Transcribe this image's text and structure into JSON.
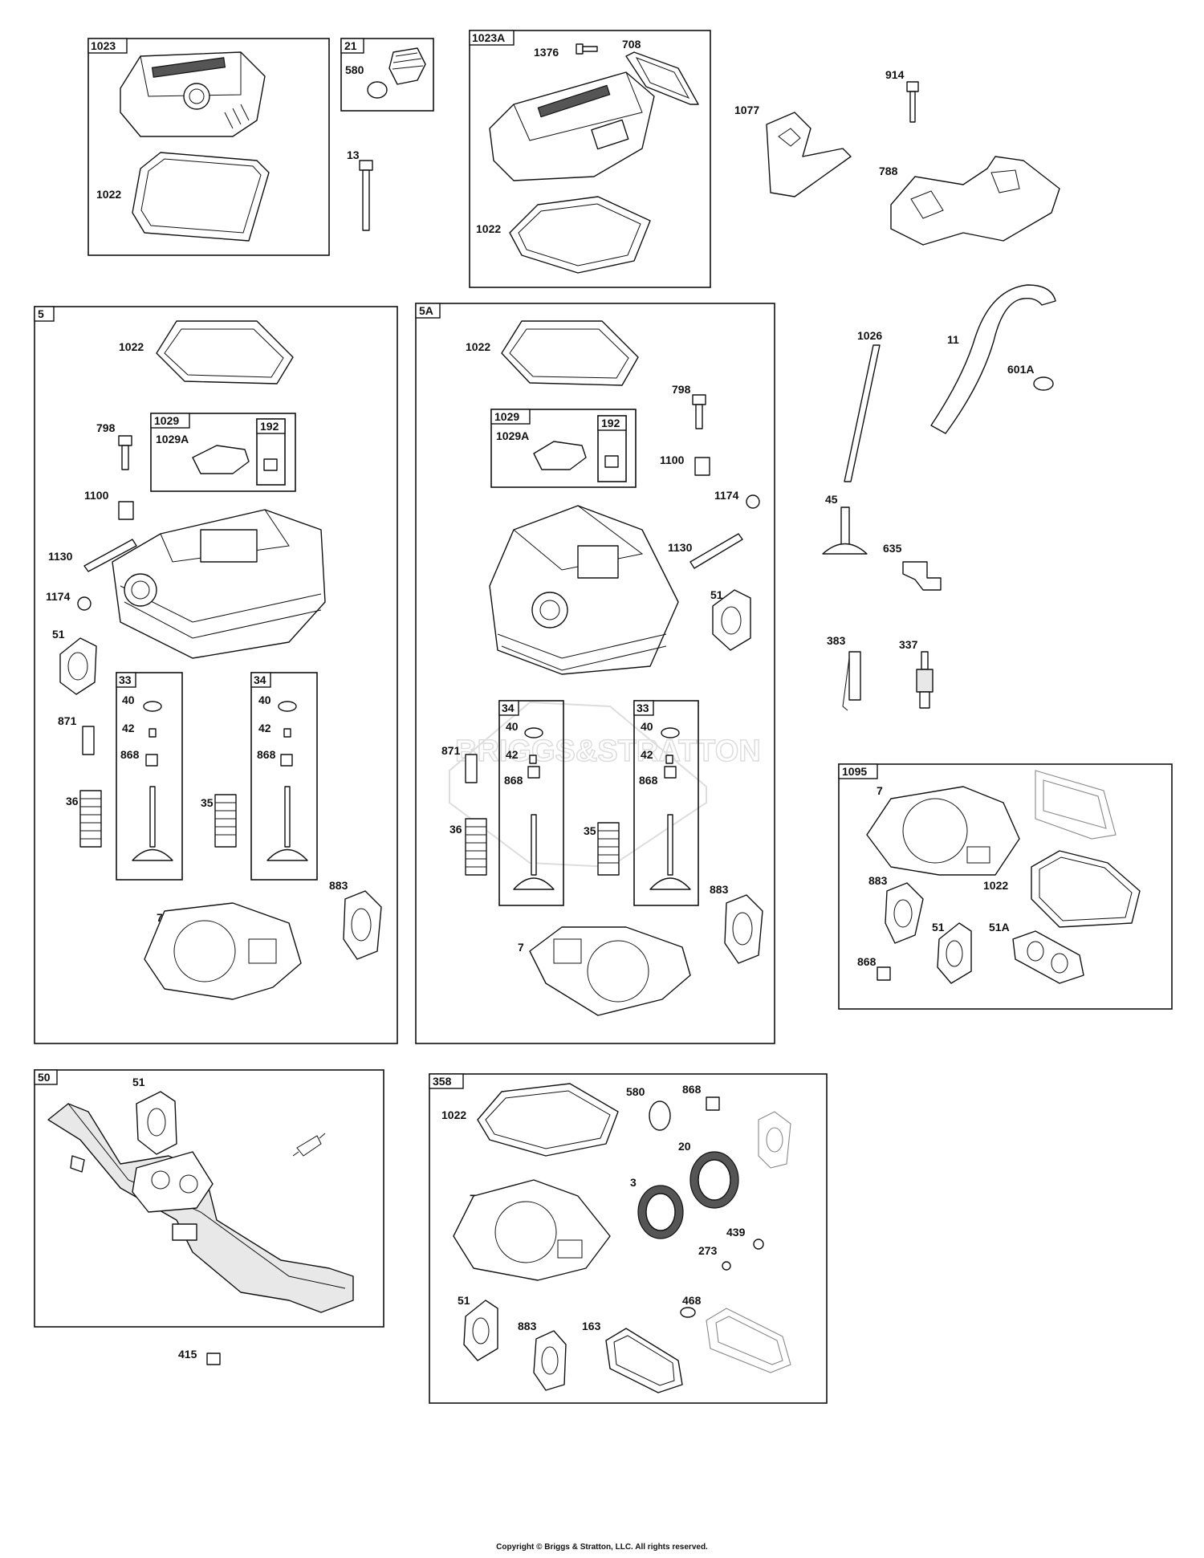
{
  "groups": {
    "g1023": "1023",
    "g21": "21",
    "g1023A": "1023A",
    "g5": "5",
    "g1029_left": "1029",
    "g192_left": "192",
    "g33_left": "33",
    "g34_left": "34",
    "g5A": "5A",
    "g1029_right": "1029",
    "g192_right": "192",
    "g34_right": "34",
    "g33_right": "33",
    "g1095": "1095",
    "g50": "50",
    "g358": "358"
  },
  "labels": {
    "p1022_a": "1022",
    "p580_a": "580",
    "p13": "13",
    "p1376": "1376",
    "p708": "708",
    "p1022_b": "1022",
    "p1077": "1077",
    "p914": "914",
    "p788": "788",
    "p1022_c": "1022",
    "p798_a": "798",
    "p1029A_a": "1029A",
    "p1100_a": "1100",
    "p1130_a": "1130",
    "p1174_a": "1174",
    "p51_a": "51",
    "p40_a": "40",
    "p42_a": "42",
    "p868_a": "868",
    "p40_b": "40",
    "p42_b": "42",
    "p868_b": "868",
    "p871_a": "871",
    "p36_a": "36",
    "p35_a": "35",
    "p883_a": "883",
    "p7_a": "7",
    "p1022_d": "1022",
    "p798_b": "798",
    "p1029A_b": "1029A",
    "p1100_b": "1100",
    "p1174_b": "1174",
    "p1130_b": "1130",
    "p51_b": "51",
    "p40_c": "40",
    "p42_c": "42",
    "p868_c": "868",
    "p40_d": "40",
    "p42_d": "42",
    "p868_d": "868",
    "p871_b": "871",
    "p36_b": "36",
    "p35_b": "35",
    "p883_b": "883",
    "p7_b": "7",
    "p1026": "1026",
    "p11": "11",
    "p601A": "601A",
    "p45": "45",
    "p635": "635",
    "p383": "383",
    "p337": "337",
    "p7_c": "7",
    "p883_c": "883",
    "p1022_e": "1022",
    "p51_c": "51",
    "p51A": "51A",
    "p868_e": "868",
    "p51_d": "51",
    "p415": "415",
    "p1022_f": "1022",
    "p580_b": "580",
    "p868_f": "868",
    "p20": "20",
    "p3": "3",
    "p7_d": "7",
    "p439": "439",
    "p273": "273",
    "p51_e": "51",
    "p883_d": "883",
    "p163": "163",
    "p468": "468"
  },
  "watermark": "BRIGGS&STRATTON",
  "copyright": "Copyright © Briggs & Stratton, LLC. All rights reserved."
}
